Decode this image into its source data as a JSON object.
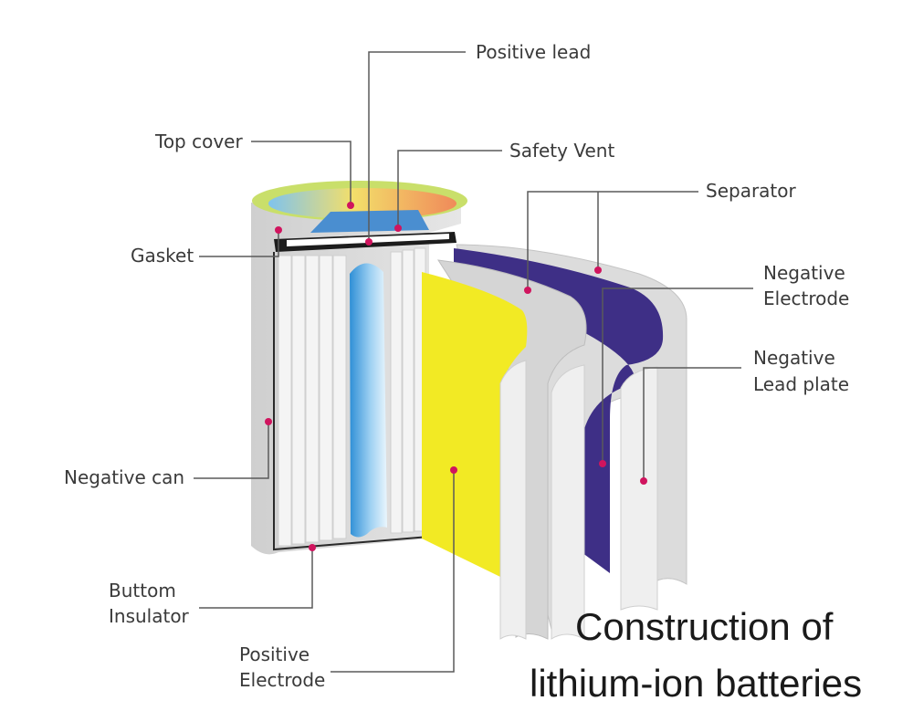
{
  "labels": {
    "positive_lead": "Positive lead",
    "top_cover": "Top cover",
    "safety_vent": "Safety Vent",
    "separator": "Separator",
    "gasket": "Gasket",
    "negative_electrode": [
      "Negative",
      "Electrode"
    ],
    "negative_lead_plate": [
      "Negative",
      "Lead plate"
    ],
    "negative_can": "Negative can",
    "buttom_insulator": [
      "Buttom",
      "Insulator"
    ],
    "positive_electrode": [
      "Positive",
      "Electrode"
    ]
  },
  "caption": [
    "Construction of",
    "lithium-ion batteries"
  ],
  "colors": {
    "leader": "#5a5a5a",
    "marker": "#d0145e",
    "positive_electrode": "#f2ea24",
    "negative_electrode": "#3e2f86",
    "separator": "#d9d9d9",
    "core": "#4aa6e0",
    "top_rim": "#c9df6a"
  }
}
